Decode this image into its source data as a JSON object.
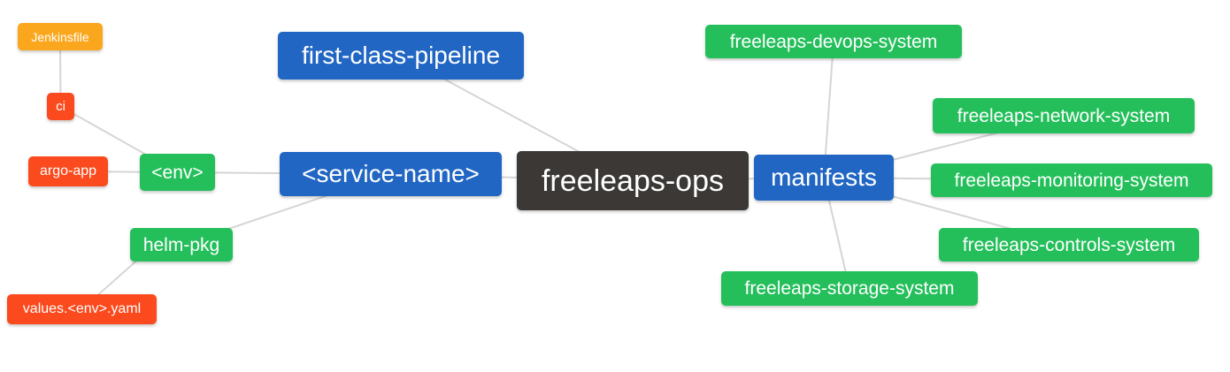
{
  "diagram": {
    "type": "mindmap",
    "background_color": "#ffffff",
    "edge_color": "#d5d5d5",
    "palette": {
      "blue": "#2166c3",
      "green": "#24bf5b",
      "orange_red": "#fb4a1d",
      "amber": "#faa71e",
      "dark": "#3b3836",
      "node_text": "#ffffff"
    },
    "root": "freeleaps-ops",
    "nodes": [
      {
        "id": "jenkinsfile",
        "label": "Jenkinsfile",
        "color": "amber"
      },
      {
        "id": "ci",
        "label": "ci",
        "color": "orange_red"
      },
      {
        "id": "argo-app",
        "label": "argo-app",
        "color": "orange_red"
      },
      {
        "id": "env",
        "label": "<env>",
        "color": "green"
      },
      {
        "id": "helm-pkg",
        "label": "helm-pkg",
        "color": "green"
      },
      {
        "id": "values-env-yaml",
        "label": "values.<env>.yaml",
        "color": "orange_red"
      },
      {
        "id": "first-class-pipeline",
        "label": "first-class-pipeline",
        "color": "blue"
      },
      {
        "id": "service-name",
        "label": "<service-name>",
        "color": "blue"
      },
      {
        "id": "freeleaps-ops",
        "label": "freeleaps-ops",
        "color": "dark"
      },
      {
        "id": "manifests",
        "label": "manifests",
        "color": "blue"
      },
      {
        "id": "freeleaps-devops-system",
        "label": "freeleaps-devops-system",
        "color": "green"
      },
      {
        "id": "freeleaps-network-system",
        "label": "freeleaps-network-system",
        "color": "green"
      },
      {
        "id": "freeleaps-monitoring-system",
        "label": "freeleaps-monitoring-system",
        "color": "green"
      },
      {
        "id": "freeleaps-controls-system",
        "label": "freeleaps-controls-system",
        "color": "green"
      },
      {
        "id": "freeleaps-storage-system",
        "label": "freeleaps-storage-system",
        "color": "green"
      }
    ],
    "edges": [
      {
        "from": "jenkinsfile",
        "to": "ci"
      },
      {
        "from": "ci",
        "to": "env"
      },
      {
        "from": "argo-app",
        "to": "env"
      },
      {
        "from": "env",
        "to": "service-name"
      },
      {
        "from": "helm-pkg",
        "to": "service-name"
      },
      {
        "from": "values-env-yaml",
        "to": "helm-pkg"
      },
      {
        "from": "first-class-pipeline",
        "to": "freeleaps-ops"
      },
      {
        "from": "service-name",
        "to": "freeleaps-ops"
      },
      {
        "from": "freeleaps-ops",
        "to": "manifests"
      },
      {
        "from": "manifests",
        "to": "freeleaps-devops-system"
      },
      {
        "from": "manifests",
        "to": "freeleaps-network-system"
      },
      {
        "from": "manifests",
        "to": "freeleaps-monitoring-system"
      },
      {
        "from": "manifests",
        "to": "freeleaps-controls-system"
      },
      {
        "from": "manifests",
        "to": "freeleaps-storage-system"
      }
    ]
  }
}
